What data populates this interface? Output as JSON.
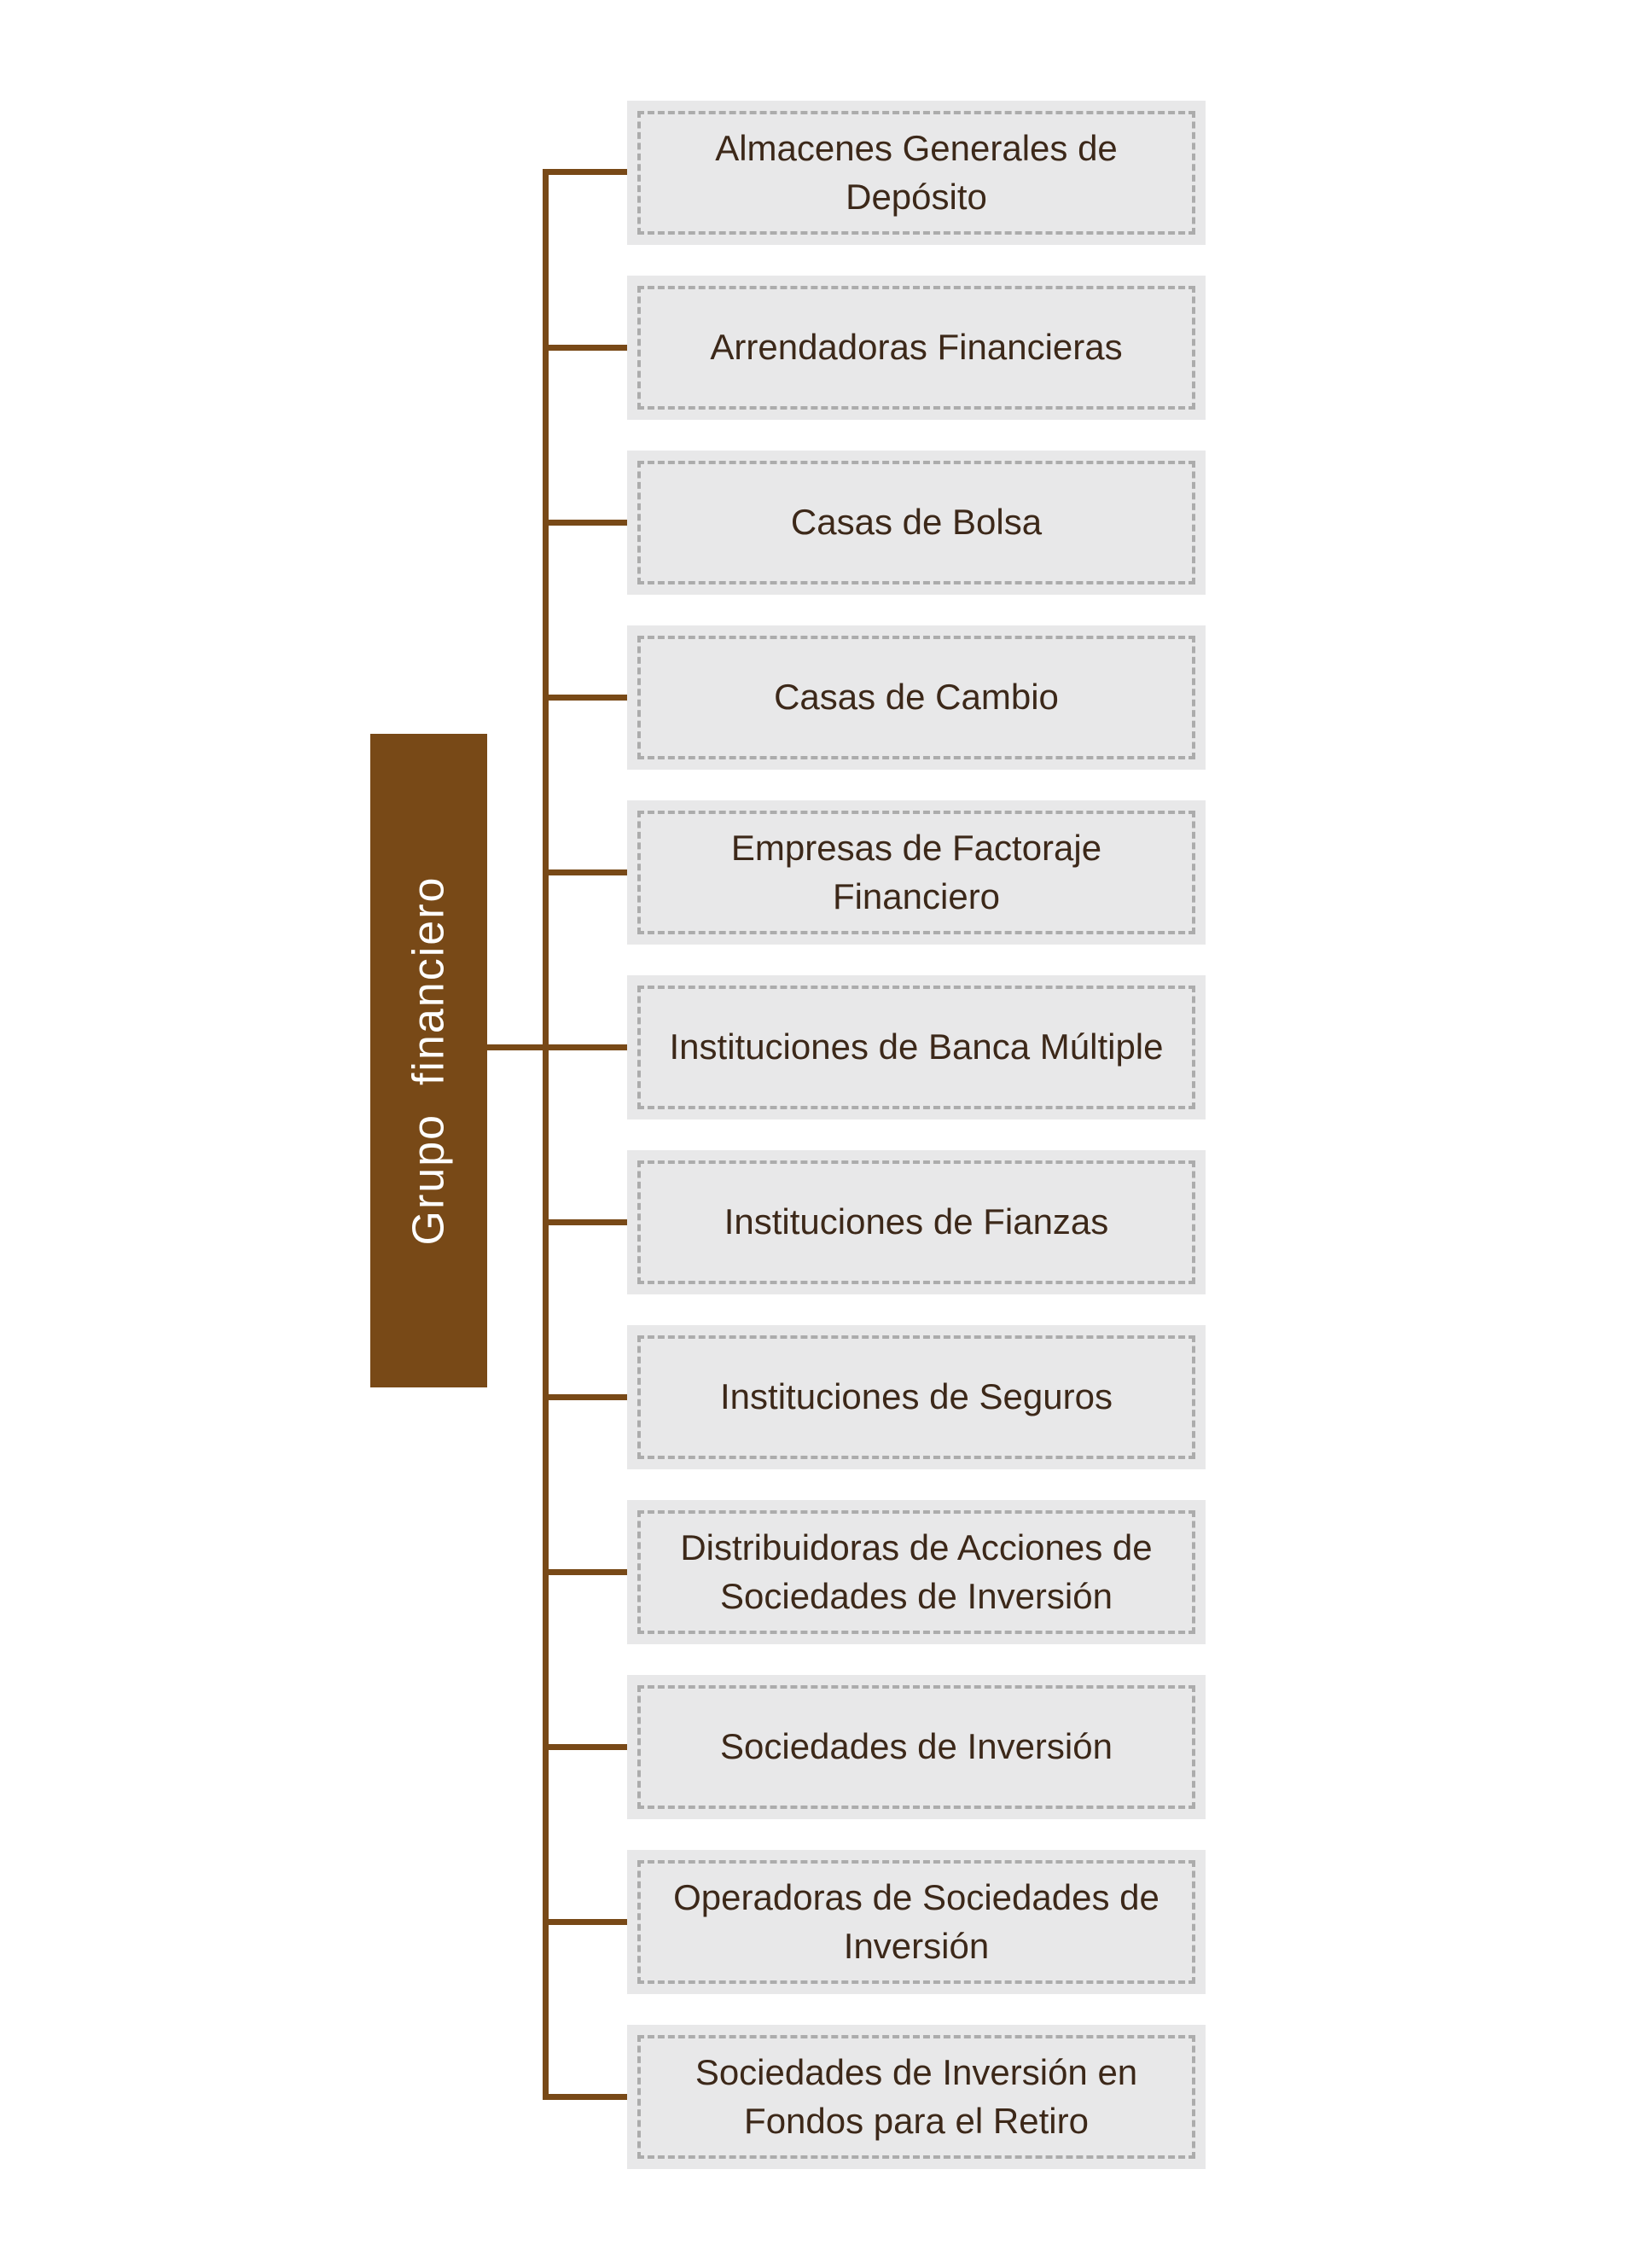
{
  "diagram": {
    "type": "org-chart",
    "orientation": "left-to-right",
    "root": {
      "label": "Grupo  financiero"
    },
    "nodes": [
      {
        "label": "Almacenes Generales de Depósito"
      },
      {
        "label": "Arrendadoras Financieras"
      },
      {
        "label": "Casas de Bolsa"
      },
      {
        "label": "Casas de Cambio"
      },
      {
        "label": "Empresas de Factoraje Financiero"
      },
      {
        "label": "Instituciones de Banca Múltiple"
      },
      {
        "label": "Instituciones de Fianzas"
      },
      {
        "label": "Instituciones de Seguros"
      },
      {
        "label": "Distribuidoras de Acciones de Sociedades de Inversión"
      },
      {
        "label": "Sociedades de Inversión"
      },
      {
        "label": "Operadoras de Sociedades de Inversión"
      },
      {
        "label": "Sociedades de Inversión en Fondos para el Retiro"
      }
    ]
  },
  "colors": {
    "accent": "#784917",
    "line": "#784917",
    "node-fill": "#E8E8E9",
    "node-border": "#ACACAC",
    "node-text": "#3C2819",
    "background": "#FFFFFF"
  }
}
